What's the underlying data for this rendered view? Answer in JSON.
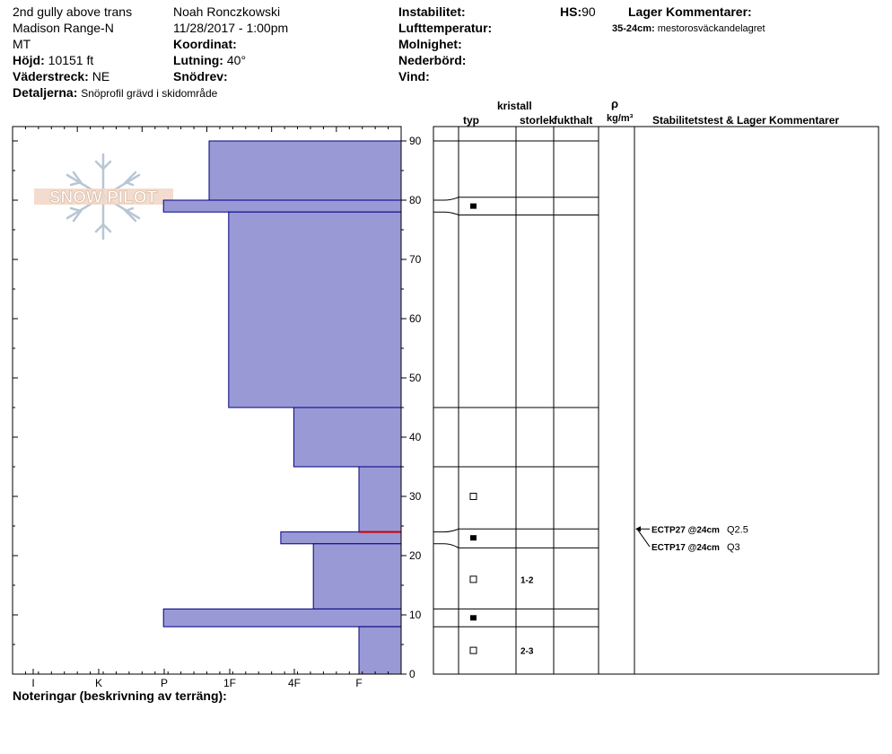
{
  "header": {
    "location_line1": "2nd gully above trans",
    "location_line2": "Madison Range-N",
    "state": "MT",
    "elevation_label": "Höjd:",
    "elevation_value": "10151 ft",
    "aspect_label": "Väderstreck:",
    "aspect_value": "NE",
    "details_label": "Detaljerna:",
    "details_value": "Snöprofil grävd i skidområde",
    "observer": "Noah Ronczkowski",
    "datetime": "11/28/2017 - 1:00pm",
    "coord_label": "Koordinat:",
    "slope_label": "Lutning:",
    "slope_value": "40°",
    "drift_label": "Snödrev:",
    "instability_label": "Instabilitet:",
    "airtemp_label": "Lufttemperatur:",
    "clouds_label": "Molnighet:",
    "precip_label": "Nederbörd:",
    "wind_label": "Vind:",
    "hs_label": "HS:",
    "hs_value": "90",
    "layer_comments_label": "Lager Kommentarer:",
    "layer_comment_depth": "35-24cm:",
    "layer_comment_text": "mestorosväckandelagret"
  },
  "logo_text": "SNOW PILOT",
  "columns": {
    "crystal": "kristall",
    "type": "typ",
    "size": "storlek",
    "moisture": "fukthalt",
    "rho": "ρ",
    "density_unit": "kg/m³",
    "stability": "Stabilitetstest & Lager Kommentarer"
  },
  "footer_note": "Noteringar (beskrivning av terräng):",
  "tests": [
    {
      "label": "ECTP27 @24cm",
      "quality": "Q2.5"
    },
    {
      "label": "ECTP17 @24cm",
      "quality": "Q3"
    }
  ],
  "grain_sizes": [
    {
      "height": 16,
      "text": "1-2"
    },
    {
      "height": 4,
      "text": "2-3"
    }
  ],
  "colors": {
    "bar_fill": "#9999d6",
    "bar_stroke": "#000080",
    "weak_layer": "#cc0000"
  },
  "chart_data": {
    "type": "bar",
    "orientation": "horizontal",
    "xlabel": "",
    "ylabel": "",
    "x_categories": [
      "I",
      "K",
      "P",
      "1F",
      "4F",
      "F"
    ],
    "y_ticks": [
      0,
      10,
      20,
      30,
      40,
      50,
      60,
      70,
      80,
      90
    ],
    "ylim": [
      0,
      90
    ],
    "layers": [
      {
        "bottom": 80,
        "top": 90,
        "hardness": "1F+"
      },
      {
        "bottom": 78,
        "top": 80,
        "hardness": "P"
      },
      {
        "bottom": 45,
        "top": 78,
        "hardness": "1F"
      },
      {
        "bottom": 35,
        "top": 45,
        "hardness": "4F"
      },
      {
        "bottom": 24,
        "top": 35,
        "hardness": "F"
      },
      {
        "bottom": 22,
        "top": 24,
        "hardness": "4F+"
      },
      {
        "bottom": 11,
        "top": 22,
        "hardness": "4F-"
      },
      {
        "bottom": 8,
        "top": 11,
        "hardness": "P"
      },
      {
        "bottom": 0,
        "top": 8,
        "hardness": "F"
      }
    ],
    "hardness_index": {
      "I": 6,
      "K": 5,
      "P": 4,
      "1F+": 3.3,
      "1F": 3,
      "4F+": 2.2,
      "4F-": 1.7,
      "4F": 2,
      "F": 1
    },
    "weak_layer_height": 24,
    "grain_markers": [
      {
        "height": 79,
        "symbol": "filled-square"
      },
      {
        "height": 30,
        "symbol": "open-square"
      },
      {
        "height": 23,
        "symbol": "filled-square"
      },
      {
        "height": 16,
        "symbol": "open-square"
      },
      {
        "height": 9.5,
        "symbol": "filled-square"
      },
      {
        "height": 4,
        "symbol": "open-square"
      }
    ]
  }
}
